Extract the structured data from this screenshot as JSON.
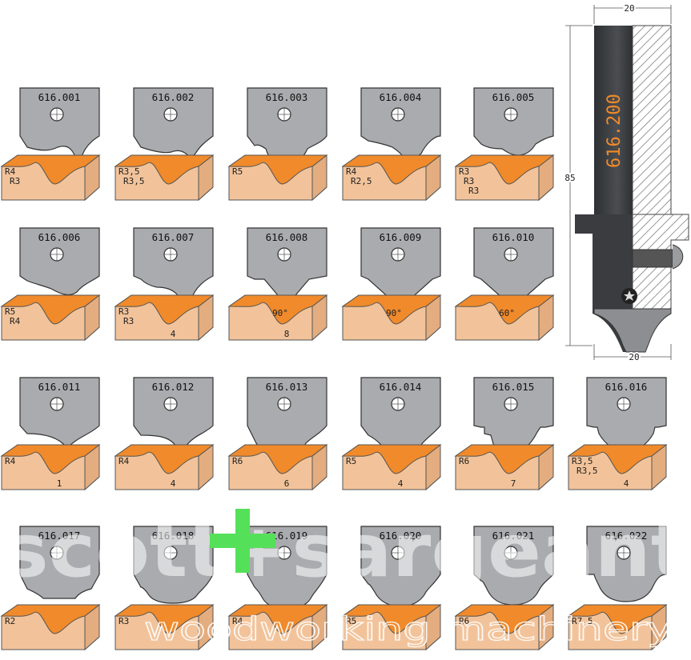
{
  "items": [
    {
      "code": "616.001",
      "radii": [
        "R4",
        "R3"
      ]
    },
    {
      "code": "616.002",
      "radii": [
        "R3,5",
        "R3,5"
      ]
    },
    {
      "code": "616.003",
      "radii": [
        "R5"
      ]
    },
    {
      "code": "616.004",
      "radii": [
        "R4",
        "R2,5"
      ]
    },
    {
      "code": "616.005",
      "radii": [
        "R3",
        "R3",
        "R3"
      ]
    },
    {
      "code": "616.006",
      "radii": [
        "R5",
        "R4"
      ]
    },
    {
      "code": "616.007",
      "radii": [
        "R3",
        "R3"
      ],
      "width": "4"
    },
    {
      "code": "616.008",
      "angle": "90°",
      "width": "8"
    },
    {
      "code": "616.009",
      "angle": "90°"
    },
    {
      "code": "616.010",
      "angle": "60°"
    },
    {
      "code": "616.011",
      "radii": [
        "R4"
      ],
      "width": "1"
    },
    {
      "code": "616.012",
      "radii": [
        "R4"
      ],
      "width": "4"
    },
    {
      "code": "616.013",
      "radii": [
        "R6"
      ],
      "width": "6"
    },
    {
      "code": "616.014",
      "radii": [
        "R5"
      ],
      "width": "4"
    },
    {
      "code": "616.015",
      "radii": [
        "R6"
      ],
      "width": "7"
    },
    {
      "code": "616.016",
      "radii": [
        "R3,5",
        "R3,5"
      ],
      "width": "4"
    },
    {
      "code": "616.017",
      "radii": [
        "R2"
      ]
    },
    {
      "code": "616.018",
      "radii": [
        "R3"
      ]
    },
    {
      "code": "616.019",
      "radii": [
        "R4"
      ]
    },
    {
      "code": "616.020",
      "radii": [
        "R5"
      ]
    },
    {
      "code": "616.021",
      "radii": [
        "R6"
      ]
    },
    {
      "code": "616.022",
      "radii": [
        "R7,5"
      ]
    }
  ],
  "holder": {
    "code": "616.200",
    "dim_top": "20",
    "dim_bottom": "20",
    "dim_height": "85"
  },
  "watermark": {
    "brand": "scott+sargeant",
    "tagline": "woodworking machinery",
    "plus_color": "#55e05a"
  },
  "colors": {
    "knife": "#a9abae",
    "wood": "#f2c39a",
    "wood_side": "#e3ad80",
    "profile": "#f08a2a",
    "shank": "#3b3d40"
  }
}
